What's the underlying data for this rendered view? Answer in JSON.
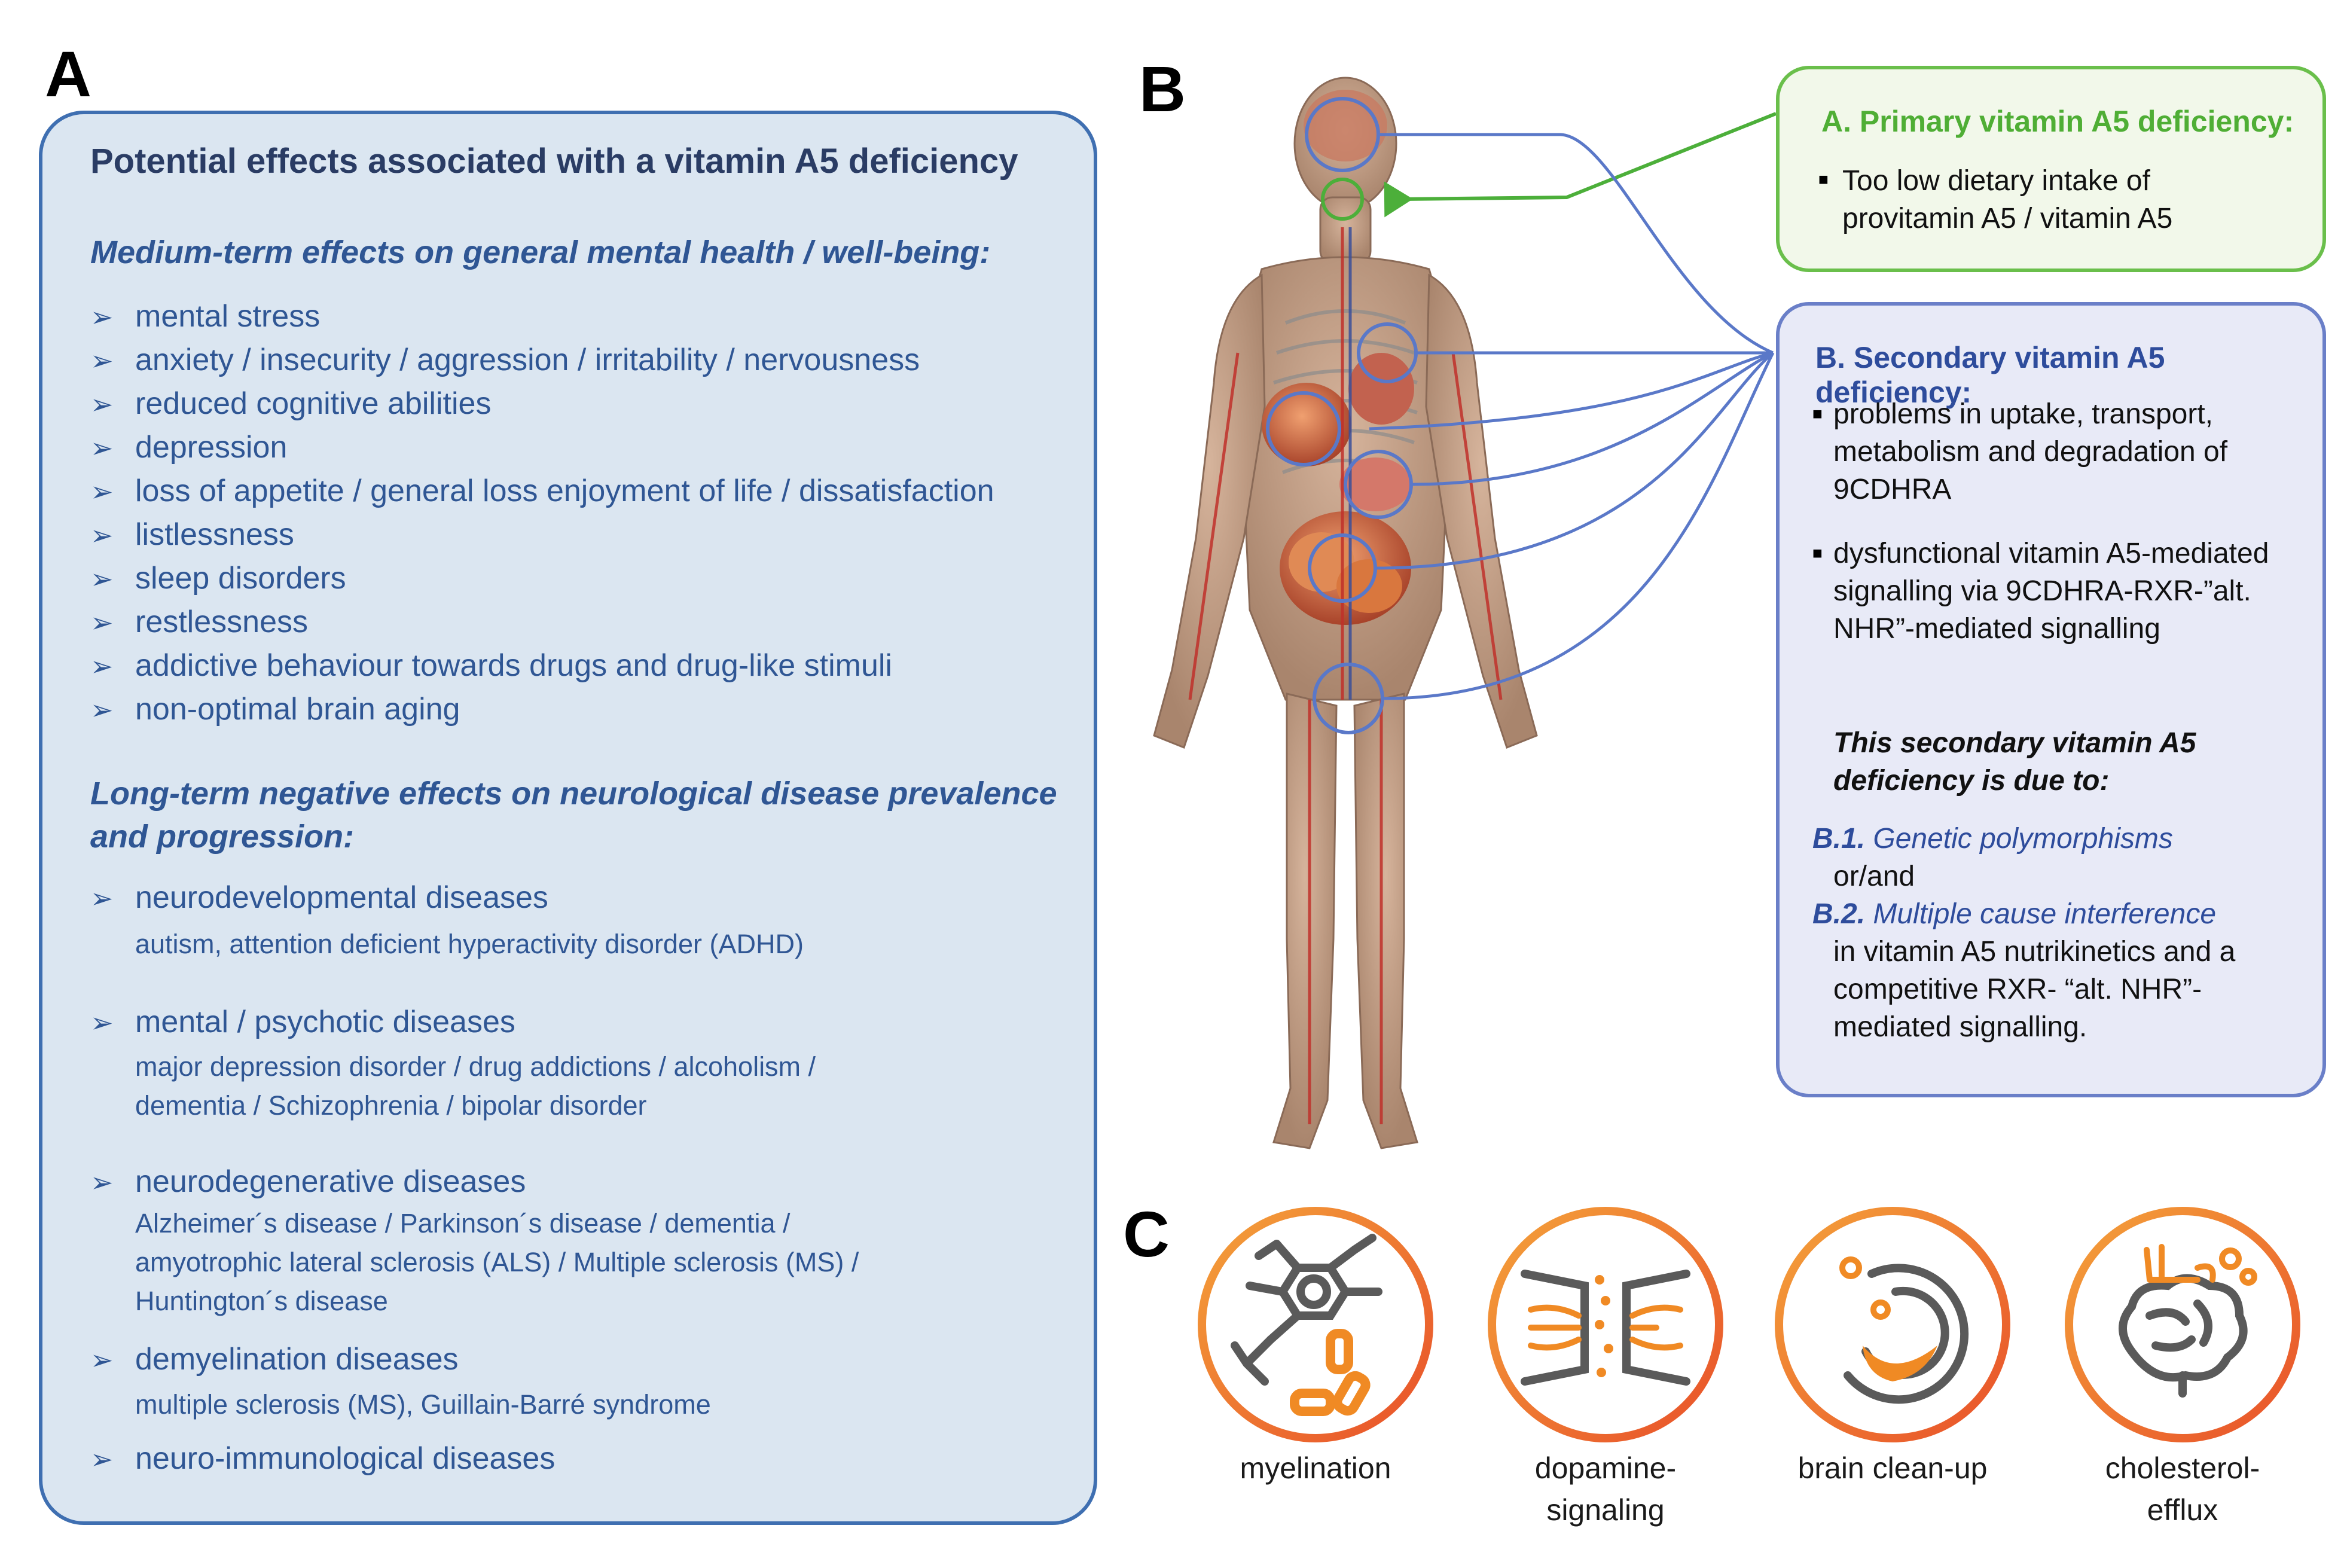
{
  "panels": {
    "a": "A",
    "b": "B",
    "c": "C"
  },
  "panelA": {
    "title": "Potential effects associated with a vitamin A5 deficiency",
    "medium_heading": "Medium-term effects on general mental health / well-being:",
    "medium_items": [
      "mental stress",
      "anxiety / insecurity / aggression / irritability / nervousness",
      "reduced cognitive abilities",
      "depression",
      "loss of appetite / general loss enjoyment of life / dissatisfaction",
      "listlessness",
      "sleep disorders",
      "restlessness",
      "addictive behaviour towards drugs and drug-like stimuli",
      "non-optimal brain aging"
    ],
    "long_heading_line1": "Long-term negative effects on neurological disease prevalence",
    "long_heading_line2": "and progression:",
    "long_items": [
      {
        "label": "neurodevelopmental diseases",
        "detail": [
          "autism, attention deficient hyperactivity disorder (ADHD)"
        ]
      },
      {
        "label": "mental / psychotic diseases",
        "detail": [
          "major depression disorder / drug addictions / alcoholism /",
          "dementia / Schizophrenia / bipolar disorder"
        ]
      },
      {
        "label": "neurodegenerative diseases",
        "detail": [
          "Alzheimer´s disease / Parkinson´s disease / dementia /",
          "amyotrophic lateral sclerosis (ALS) / Multiple sclerosis (MS) /",
          "Huntington´s disease"
        ]
      },
      {
        "label": "demyelination diseases",
        "detail": [
          "multiple sclerosis (MS), Guillain-Barré syndrome"
        ]
      },
      {
        "label": "neuro-immunological diseases",
        "detail": []
      }
    ]
  },
  "boxA": {
    "title": "A. Primary vitamin A5 deficiency:",
    "item_line1": "Too low dietary intake of",
    "item_line2": "provitamin A5 / vitamin A5"
  },
  "boxB": {
    "title": "B. Secondary vitamin A5 deficiency:",
    "item1": [
      "problems in uptake, transport,",
      "metabolism and degradation of",
      "9CDHRA"
    ],
    "item2": [
      "dysfunctional vitamin A5-mediated",
      "signalling via 9CDHRA-RXR-”alt.",
      "NHR”-mediated signalling"
    ],
    "due_line1": "This secondary vitamin A5",
    "due_line2": "deficiency is due to:",
    "b1_label": "B.1.",
    "b1_text": "Genetic polymorphisms",
    "or": "or/and",
    "b2_label": "B.2.",
    "b2_text": "Multiple cause interference",
    "b2_rest": [
      "in vitamin A5 nutrikinetics and a",
      "competitive RXR- “alt. NHR”-",
      "mediated signalling."
    ]
  },
  "panelC": {
    "icons": [
      {
        "name": "myelination-icon",
        "label": [
          "myelination"
        ]
      },
      {
        "name": "dopamine-signaling-icon",
        "label": [
          "dopamine-",
          "signaling"
        ]
      },
      {
        "name": "brain-clean-up-icon",
        "label": [
          "brain clean-up"
        ]
      },
      {
        "name": "cholesterol-efflux-icon",
        "label": [
          "cholesterol-",
          "efflux"
        ]
      }
    ]
  },
  "colors": {
    "panelA_bg": "#dbe6f1",
    "panelA_border": "#3f6fb1",
    "primary_green": "#4fae35",
    "secondary_blue": "#2e4c9c",
    "icon_orange": "#f08a24",
    "icon_grey": "#5a5a5a"
  }
}
